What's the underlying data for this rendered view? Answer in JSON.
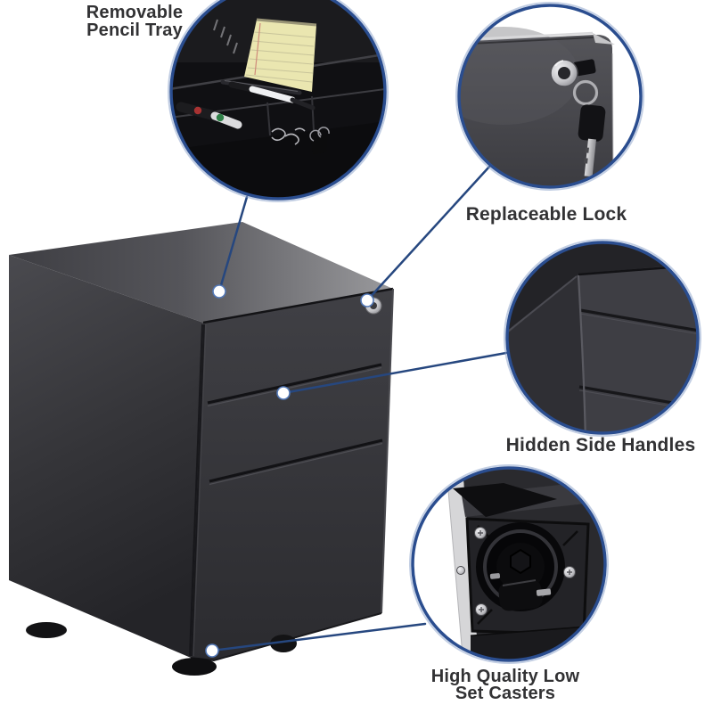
{
  "figure": {
    "background": "#ffffff",
    "circle_border_color": "#2a4d8f",
    "leader_line_color": "#26477f",
    "label_text_color": "#323234",
    "cabinet_color": "#2f2f33"
  },
  "callouts": {
    "pencil_tray": {
      "lines": [
        "Removable",
        "Pencil Tray"
      ]
    },
    "lock": {
      "lines": [
        "Replaceable Lock"
      ]
    },
    "side_handles": {
      "lines": [
        "Hidden Side Handles"
      ]
    },
    "casters": {
      "lines": [
        "High Quality Low",
        "Set Casters"
      ]
    }
  }
}
